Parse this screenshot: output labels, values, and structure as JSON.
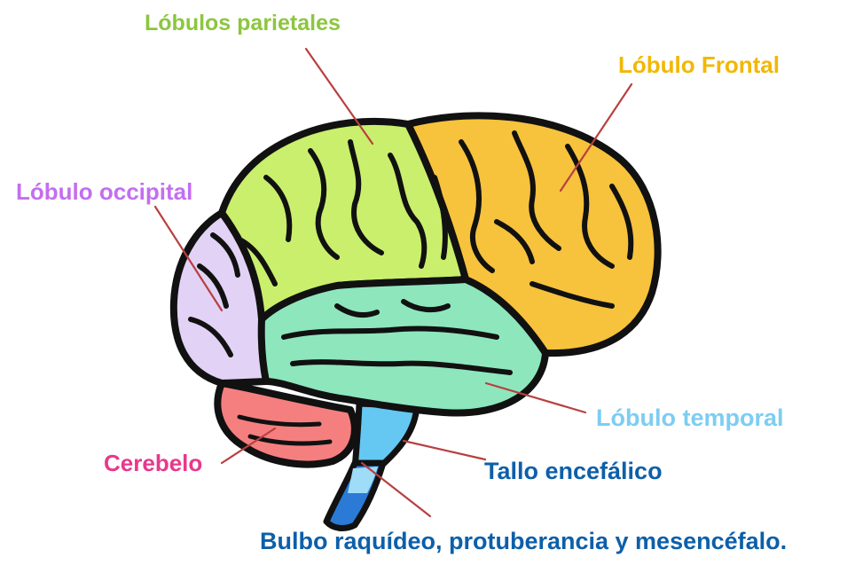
{
  "labels": {
    "parietal": "Lóbulos parietales",
    "frontal": "Lóbulo Frontal",
    "occipital": "Lóbulo occipital",
    "temporal": "Lóbulo temporal",
    "brainstem": "Tallo encefálico",
    "cerebellum": "Cerebelo",
    "medulla": "Bulbo raquídeo, protuberancia y mesencéfalo."
  },
  "colors": {
    "parietal": "#c9ef6c",
    "frontal": "#f7c23c",
    "occipital": "#e2d2f5",
    "temporal": "#8ee6bd",
    "cerebellum": "#f57f7f",
    "brainstem": "#64c8f3",
    "medulla": "#2a7ad6",
    "leader_line": "#b84040",
    "outline": "#111111"
  }
}
